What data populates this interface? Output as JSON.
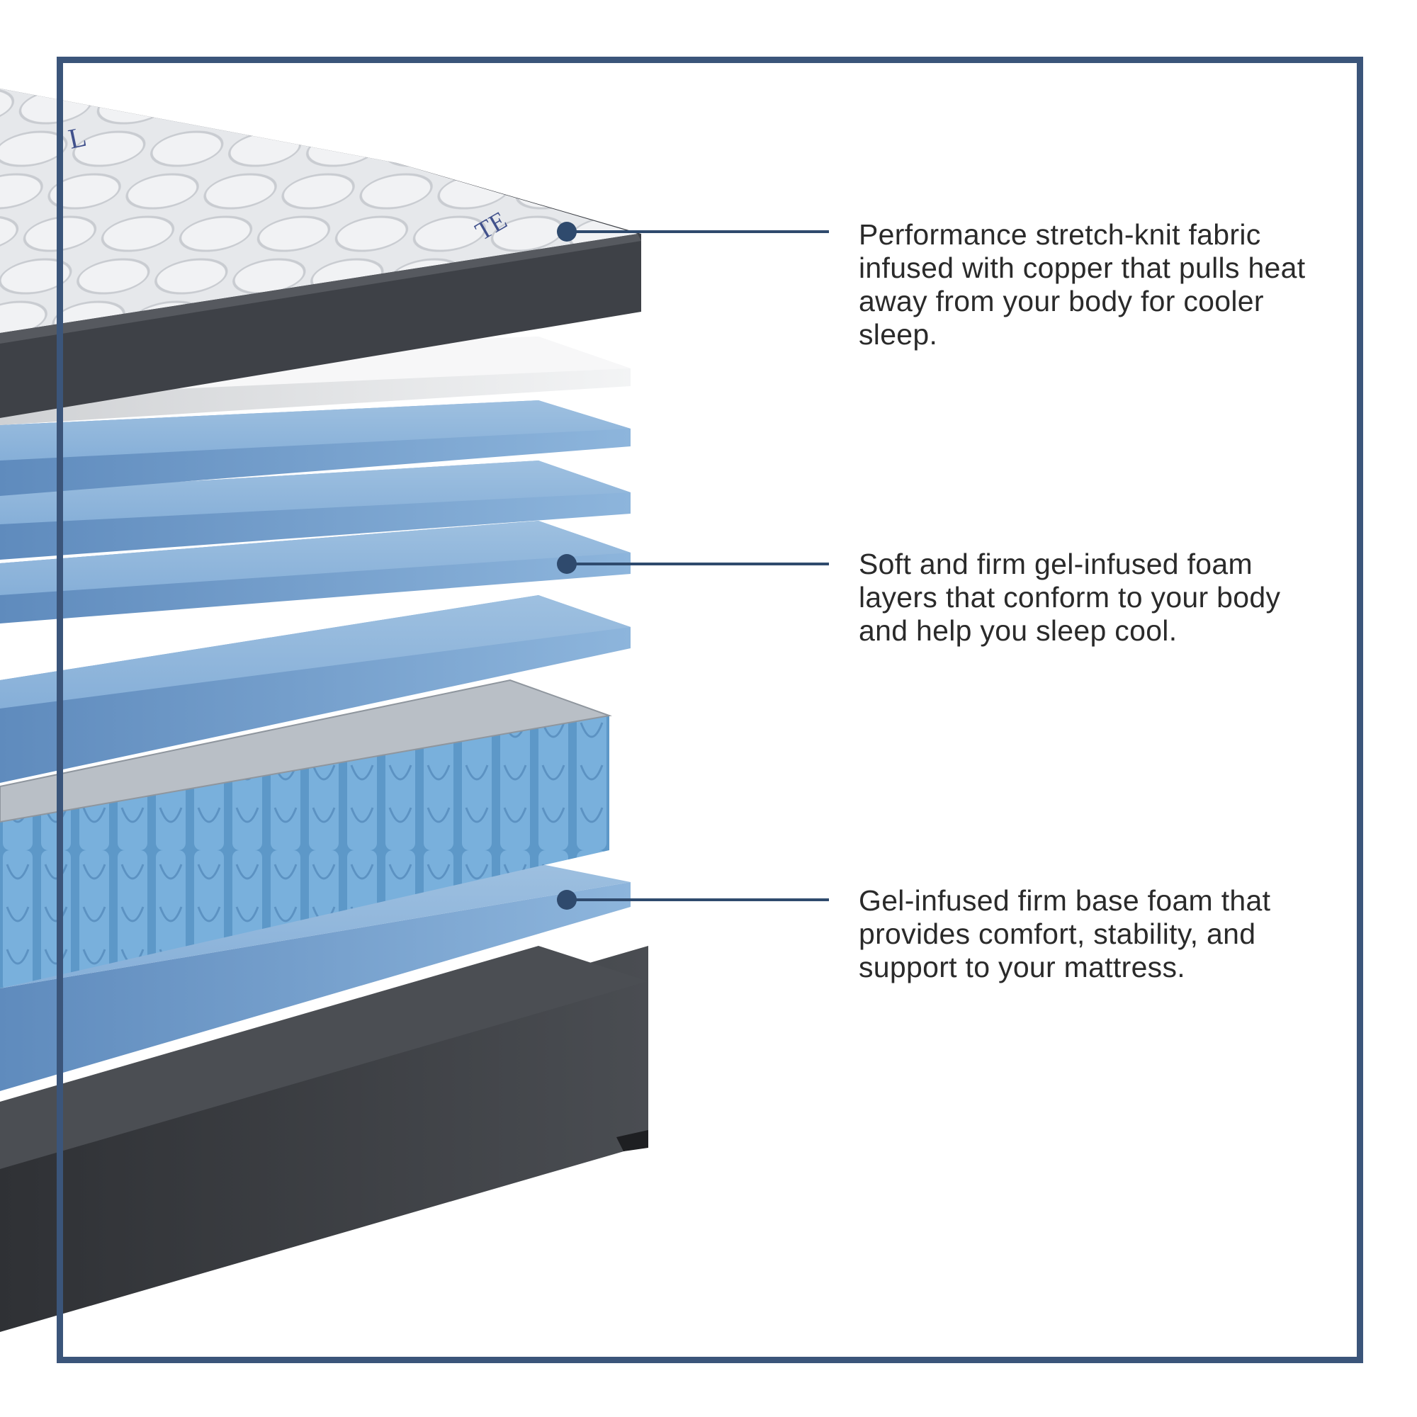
{
  "colors": {
    "frame": "#3b557a",
    "leader_line": "#2f4a6d",
    "text": "#2a2a2a",
    "foam_blue": "#7ea6cf",
    "foam_blue_edge": "#9ec0e0",
    "cover_top": "#e3e5e8",
    "cover_border": "#3e4147",
    "base_gray": "#3a3c40",
    "coil_blue": "#6fa6d4"
  },
  "callouts": [
    {
      "text": "Performance stretch-knit fabric infused with copper that pulls heat away from your body for cooler sleep."
    },
    {
      "text": "Soft and firm gel-infused foam layers that conform to your body and help you sleep cool."
    },
    {
      "text": "Gel-infused firm base foam that provides comfort, stability, and support to your mattress."
    }
  ]
}
